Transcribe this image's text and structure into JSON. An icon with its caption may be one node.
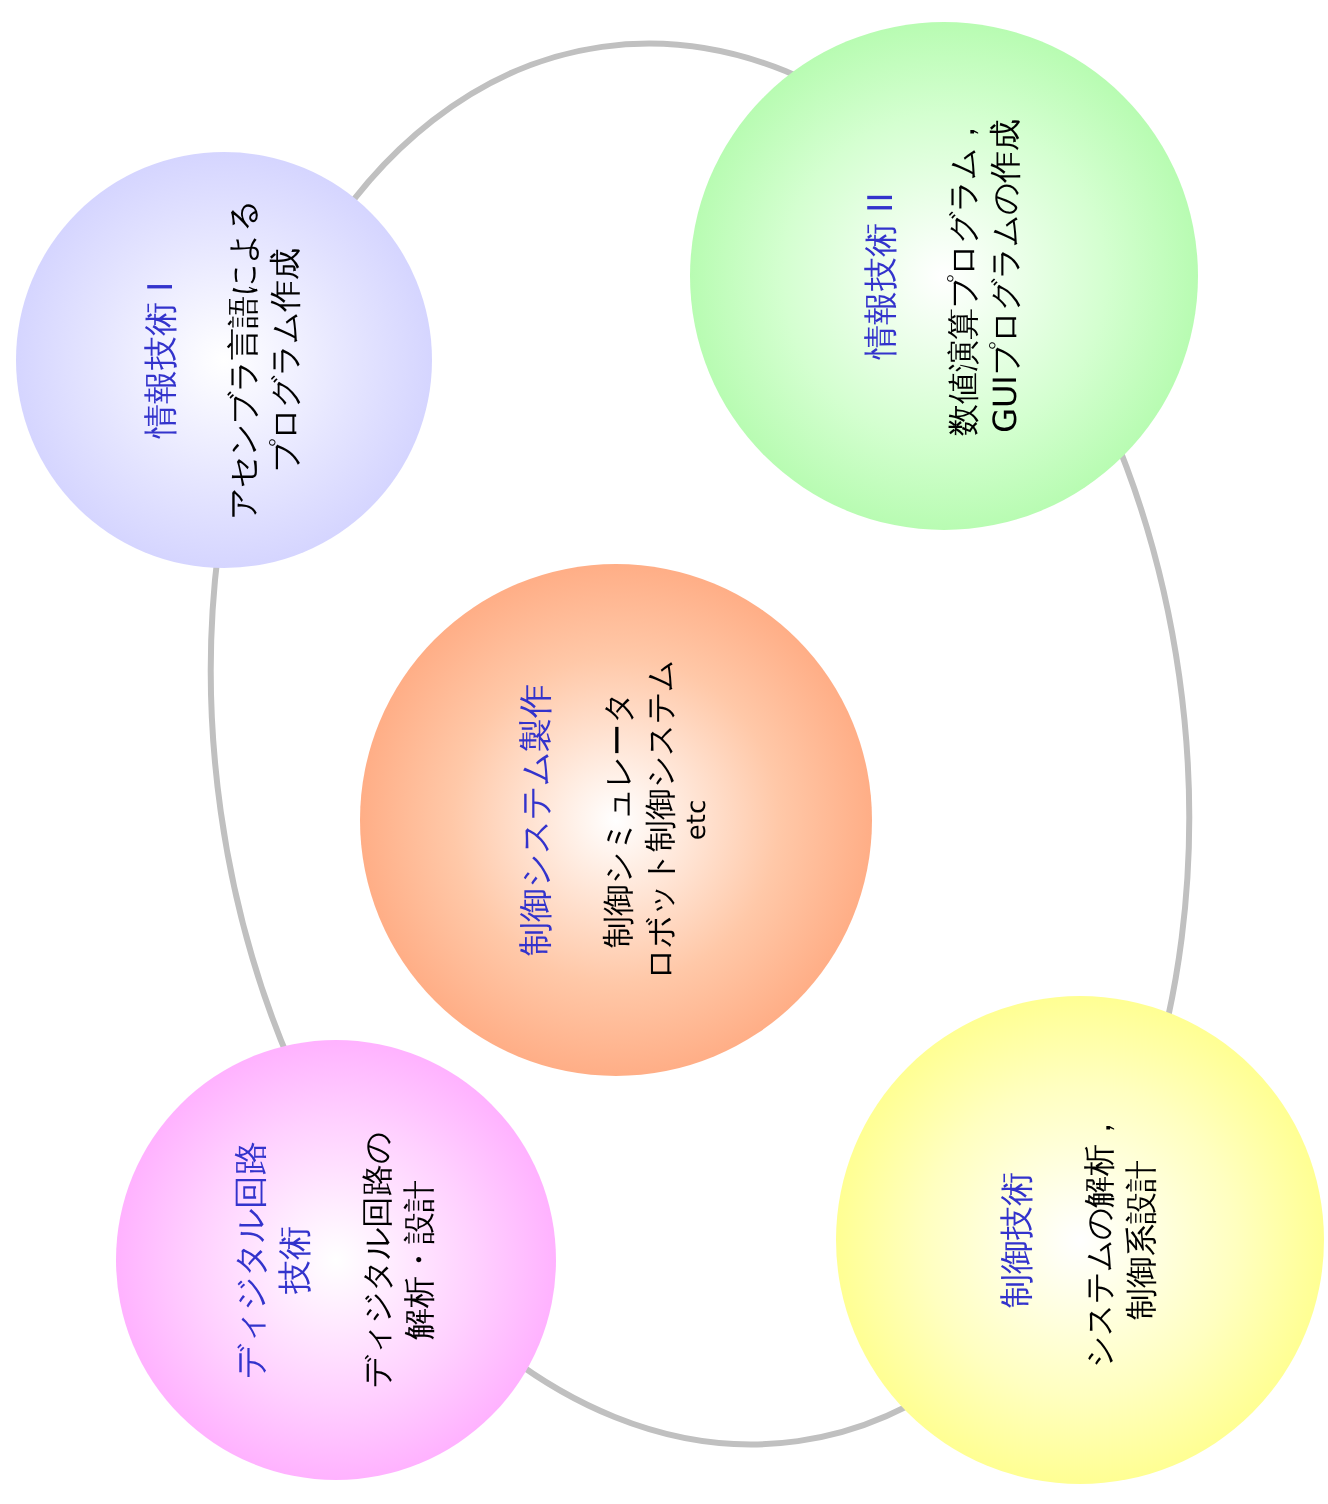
{
  "diagram": {
    "nodes": [
      {
        "text": [
          "情報技術 I",
          "アセンブラ言語によるプログラム作成"
        ]
      },
      {
        "text": [
          "情報技術 II",
          "数値演算プログラム，GUIプログラムの作成"
        ]
      },
      {
        "text": [
          "制御システム製作",
          "制御シミュレータ",
          "ロボット制御システム",
          "etc"
        ]
      },
      {
        "text": [
          "ディジタル回路技術",
          "ディジタル回路の解析・設計"
        ]
      },
      {
        "text": [
          "制御技術",
          "システムの解析，制御系設計"
        ]
      }
    ]
  }
}
